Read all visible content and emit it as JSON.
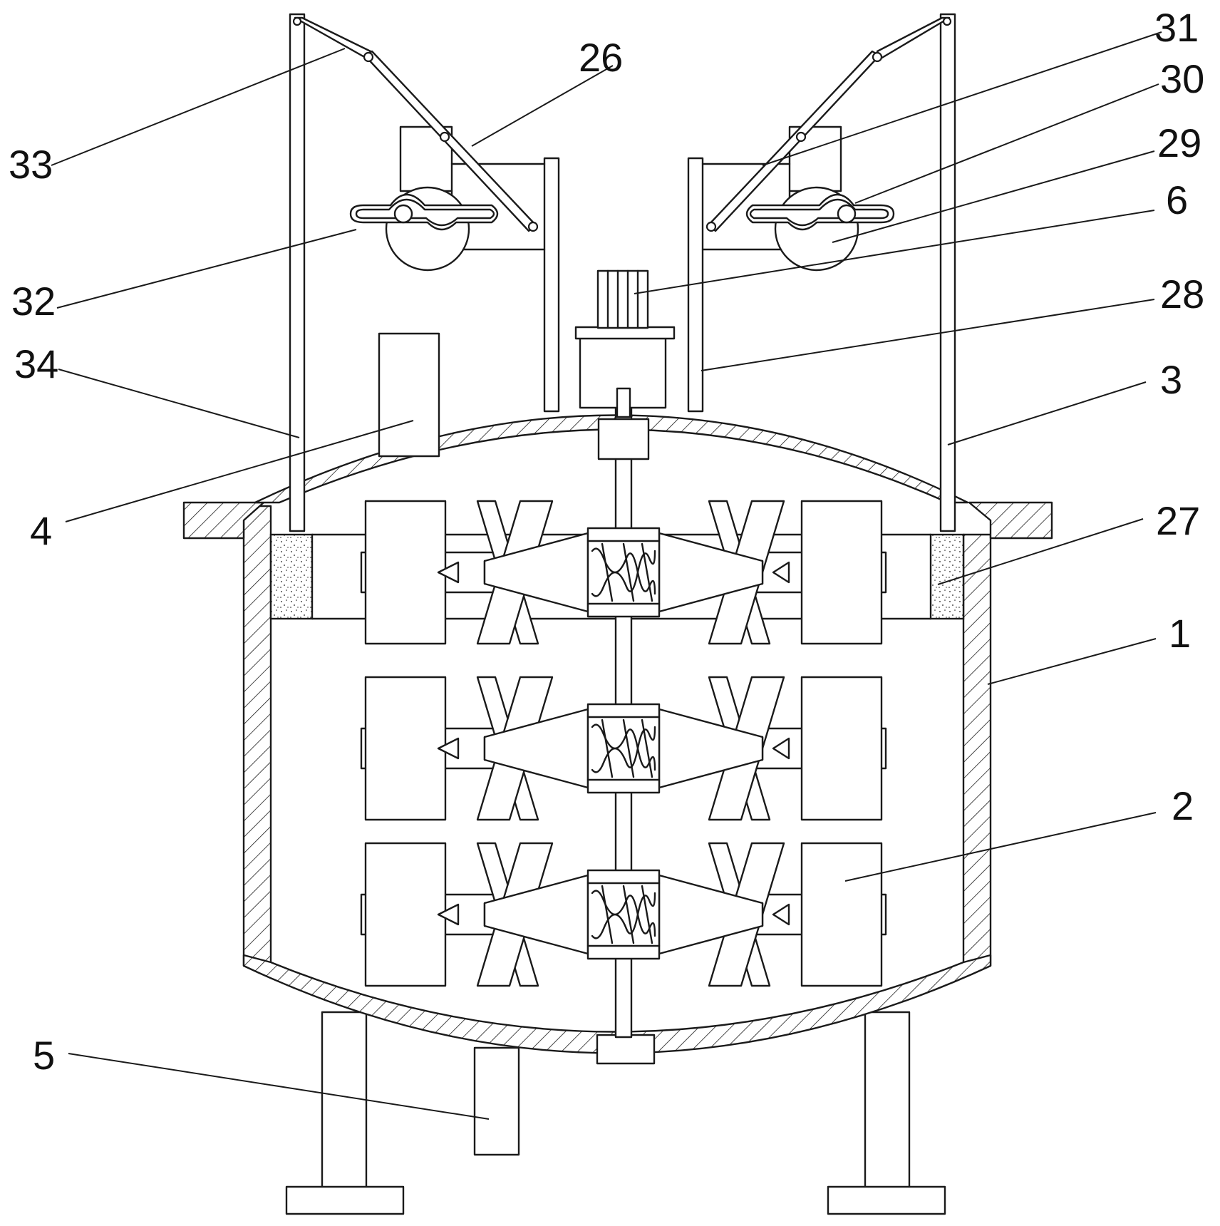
{
  "labels": {
    "l1": "1",
    "l2": "2",
    "l3": "3",
    "l4": "4",
    "l5": "5",
    "l6": "6",
    "l26": "26",
    "l27": "27",
    "l28": "28",
    "l29": "29",
    "l30": "30",
    "l31": "31",
    "l32": "32",
    "l33": "33",
    "l34": "34"
  },
  "colors": {
    "line": "#1a1a1a",
    "background": "#ffffff"
  }
}
